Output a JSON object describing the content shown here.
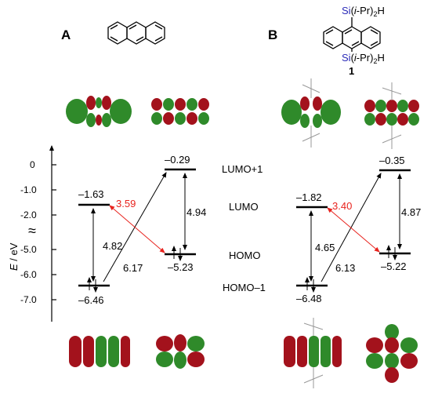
{
  "panels": {
    "a": {
      "label": "A"
    },
    "b": {
      "label": "B",
      "compound_number": "1"
    }
  },
  "substituent": {
    "si": "Si",
    "open": "(",
    "i": "i",
    "rest": "-Pr)",
    "sub": "2",
    "h": "H"
  },
  "axis": {
    "label_e": "E",
    "label_unit": " / eV",
    "ticks": [
      "0",
      "-1.0",
      "-2.0",
      "-5.0",
      "-6.0",
      "-7.0"
    ],
    "break_symbol": "≈"
  },
  "orbitals": {
    "lumo_plus1": "LUMO+1",
    "lumo": "LUMO",
    "homo": "HOMO",
    "homo_minus1": "HOMO–1"
  },
  "levels": {
    "a_lumo": "–1.63",
    "a_homo_m1": "–6.46",
    "a_lumo_p1": "–0.29",
    "a_homo": "–5.23",
    "b_lumo": "–1.82",
    "b_homo_m1": "–6.48",
    "b_lumo_p1": "–0.35",
    "b_homo": "–5.22"
  },
  "gaps": {
    "a_red": "3.59",
    "a_left": "4.82",
    "a_right": "4.94",
    "a_diag": "6.17",
    "b_red": "3.40",
    "b_left": "4.65",
    "b_right": "4.87",
    "b_diag": "6.13"
  },
  "colors": {
    "lobe_red": "#a3121c",
    "lobe_green": "#2f8a2a",
    "arrow_red": "#e8231e",
    "si_blue": "#2b2bb8"
  }
}
